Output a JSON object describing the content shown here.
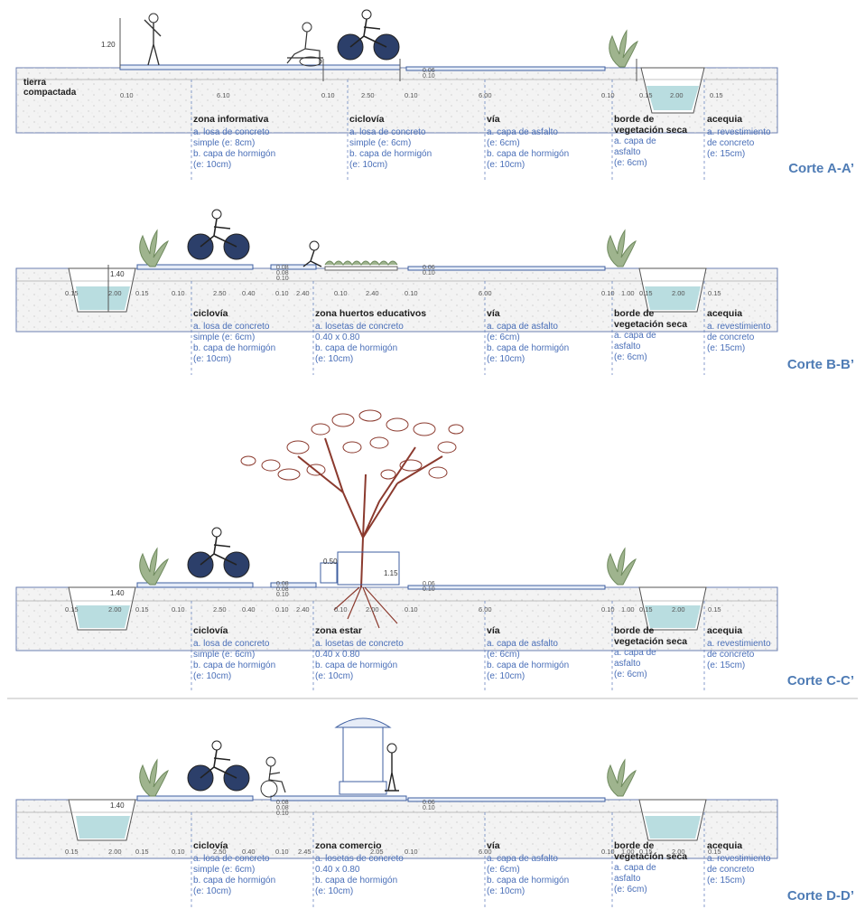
{
  "soil_label": "tierra compactada",
  "height_a": "1.20",
  "height_b": "1.40",
  "height_c1": "1.40",
  "height_c2": "1.15",
  "height_c3": "0.50",
  "height_d": "1.40",
  "sections": [
    {
      "id": "A",
      "cut_label": "Corte A-A’",
      "dims": [
        "0.10",
        "6.10",
        "0.10",
        "2.50",
        "0.10",
        "6.00",
        "0.10",
        "0.15",
        "2.00",
        "0.15"
      ],
      "layer_dims": [
        "0.06",
        "0.10"
      ],
      "zones": [
        {
          "title": "zona informativa",
          "lines": [
            "a. losa de concreto",
            "simple (e: 8cm)",
            "b. capa de hormigón",
            "(e: 10cm)"
          ]
        },
        {
          "title": "ciclovía",
          "lines": [
            "a. losa de concreto",
            "simple (e: 6cm)",
            "b. capa de hormigón",
            "(e: 10cm)"
          ]
        },
        {
          "title": "vía",
          "lines": [
            "a. capa de asfalto",
            "(e: 6cm)",
            "b. capa de hormigón",
            "(e: 10cm)"
          ]
        },
        {
          "title": "borde de vegetación seca",
          "lines": [
            "a. capa de",
            "asfalto",
            "(e: 6cm)"
          ]
        },
        {
          "title": "acequia",
          "lines": [
            "a. revestimiento",
            "de concreto",
            "(e: 15cm)"
          ]
        }
      ]
    },
    {
      "id": "B",
      "cut_label": "Corte B-B’",
      "dims": [
        "0.15",
        "2.00",
        "0.15",
        "0.10",
        "2.50",
        "0.40",
        "0.10",
        "2.40",
        "0.10",
        "2.40",
        "0.10",
        "6.00",
        "0.10",
        "1.00",
        "0.15",
        "2.00",
        "0.15"
      ],
      "layer_dims": [
        "0.08",
        "0.08",
        "0.10",
        "0.06",
        "0.10"
      ],
      "zones": [
        {
          "title": "ciclovía",
          "lines": [
            "a. losa de concreto",
            "simple (e: 6cm)",
            "b. capa de hormigón",
            "(e: 10cm)"
          ]
        },
        {
          "title": "zona huertos educativos",
          "lines": [
            "a. losetas de concreto",
            "0.40 x 0.80",
            "b. capa de hormigón",
            "(e: 10cm)"
          ]
        },
        {
          "title": "vía",
          "lines": [
            "a. capa de asfalto",
            "(e: 6cm)",
            "b. capa de hormigón",
            "(e: 10cm)"
          ]
        },
        {
          "title": "borde de vegetación seca",
          "lines": [
            "a. capa de",
            "asfalto",
            "(e: 6cm)"
          ]
        },
        {
          "title": "acequia",
          "lines": [
            "a. revestimiento",
            "de concreto",
            "(e: 15cm)"
          ]
        }
      ]
    },
    {
      "id": "C",
      "cut_label": "Corte C-C’",
      "dims": [
        "0.15",
        "2.00",
        "0.15",
        "0.10",
        "2.50",
        "0.40",
        "0.10",
        "2.40",
        "0.10",
        "2.00",
        "0.10",
        "6.00",
        "0.10",
        "1.00",
        "0.15",
        "2.00",
        "0.15"
      ],
      "layer_dims": [
        "0.08",
        "0.08",
        "0.10",
        "0.06",
        "0.10"
      ],
      "zones": [
        {
          "title": "ciclovía",
          "lines": [
            "a. losa de concreto",
            "simple (e: 6cm)",
            "b. capa de hormigón",
            "(e: 10cm)"
          ]
        },
        {
          "title": "zona estar",
          "lines": [
            "a. losetas de concreto",
            "0.40 x 0.80",
            "b. capa de hormigón",
            "(e: 10cm)"
          ]
        },
        {
          "title": "vía",
          "lines": [
            "a. capa de asfalto",
            "(e: 6cm)",
            "b. capa de hormigón",
            "(e: 10cm)"
          ]
        },
        {
          "title": "borde de vegetación seca",
          "lines": [
            "a. capa de",
            "asfalto",
            "(e: 6cm)"
          ]
        },
        {
          "title": "acequia",
          "lines": [
            "a. revestimiento",
            "de concreto",
            "(e: 15cm)"
          ]
        }
      ]
    },
    {
      "id": "D",
      "cut_label": "Corte D-D’",
      "dims": [
        "0.15",
        "2.00",
        "0.15",
        "0.10",
        "2.50",
        "0.40",
        "0.10",
        "2.45",
        "2.05",
        "0.10",
        "6.00",
        "0.10",
        "1.00",
        "0.15",
        "2.00",
        "0.15"
      ],
      "layer_dims": [
        "0.08",
        "0.08",
        "0.10",
        "0.06",
        "0.10"
      ],
      "zones": [
        {
          "title": "ciclovía",
          "lines": [
            "a. losa de concreto",
            "simple (e: 6cm)",
            "b. capa de hormigón",
            "(e: 10cm)"
          ]
        },
        {
          "title": "zona comercio",
          "lines": [
            "a. losetas de concreto",
            "0.40 x 0.80",
            "b. capa de hormigón",
            "(e: 10cm)"
          ]
        },
        {
          "title": "vía",
          "lines": [
            "a. capa de asfalto",
            "(e: 6cm)",
            "b. capa de hormigón",
            "(e: 10cm)"
          ]
        },
        {
          "title": "borde de vegetación seca",
          "lines": [
            "a. capa de",
            "asfalto",
            "(e: 6cm)"
          ]
        },
        {
          "title": "acequia",
          "lines": [
            "a. revestimiento",
            "de concreto",
            "(e: 15cm)"
          ]
        }
      ]
    }
  ],
  "colors": {
    "cut_label": "#4f7cb5",
    "note_text": "#4a6fb8",
    "tree": "#8b3a2e",
    "water": "#b9dde0",
    "soil": "#f4f4f4",
    "pavement": "#3f5fa0",
    "plant": "#8fa67e"
  },
  "icons": [
    "selfie-person-icon",
    "seated-person-icon",
    "cyclist-icon",
    "shrub-icon",
    "gardener-icon",
    "crops-icon",
    "tree-icon",
    "bench-icon",
    "kiosk-icon",
    "wheelchair-user-icon",
    "skater-icon"
  ]
}
